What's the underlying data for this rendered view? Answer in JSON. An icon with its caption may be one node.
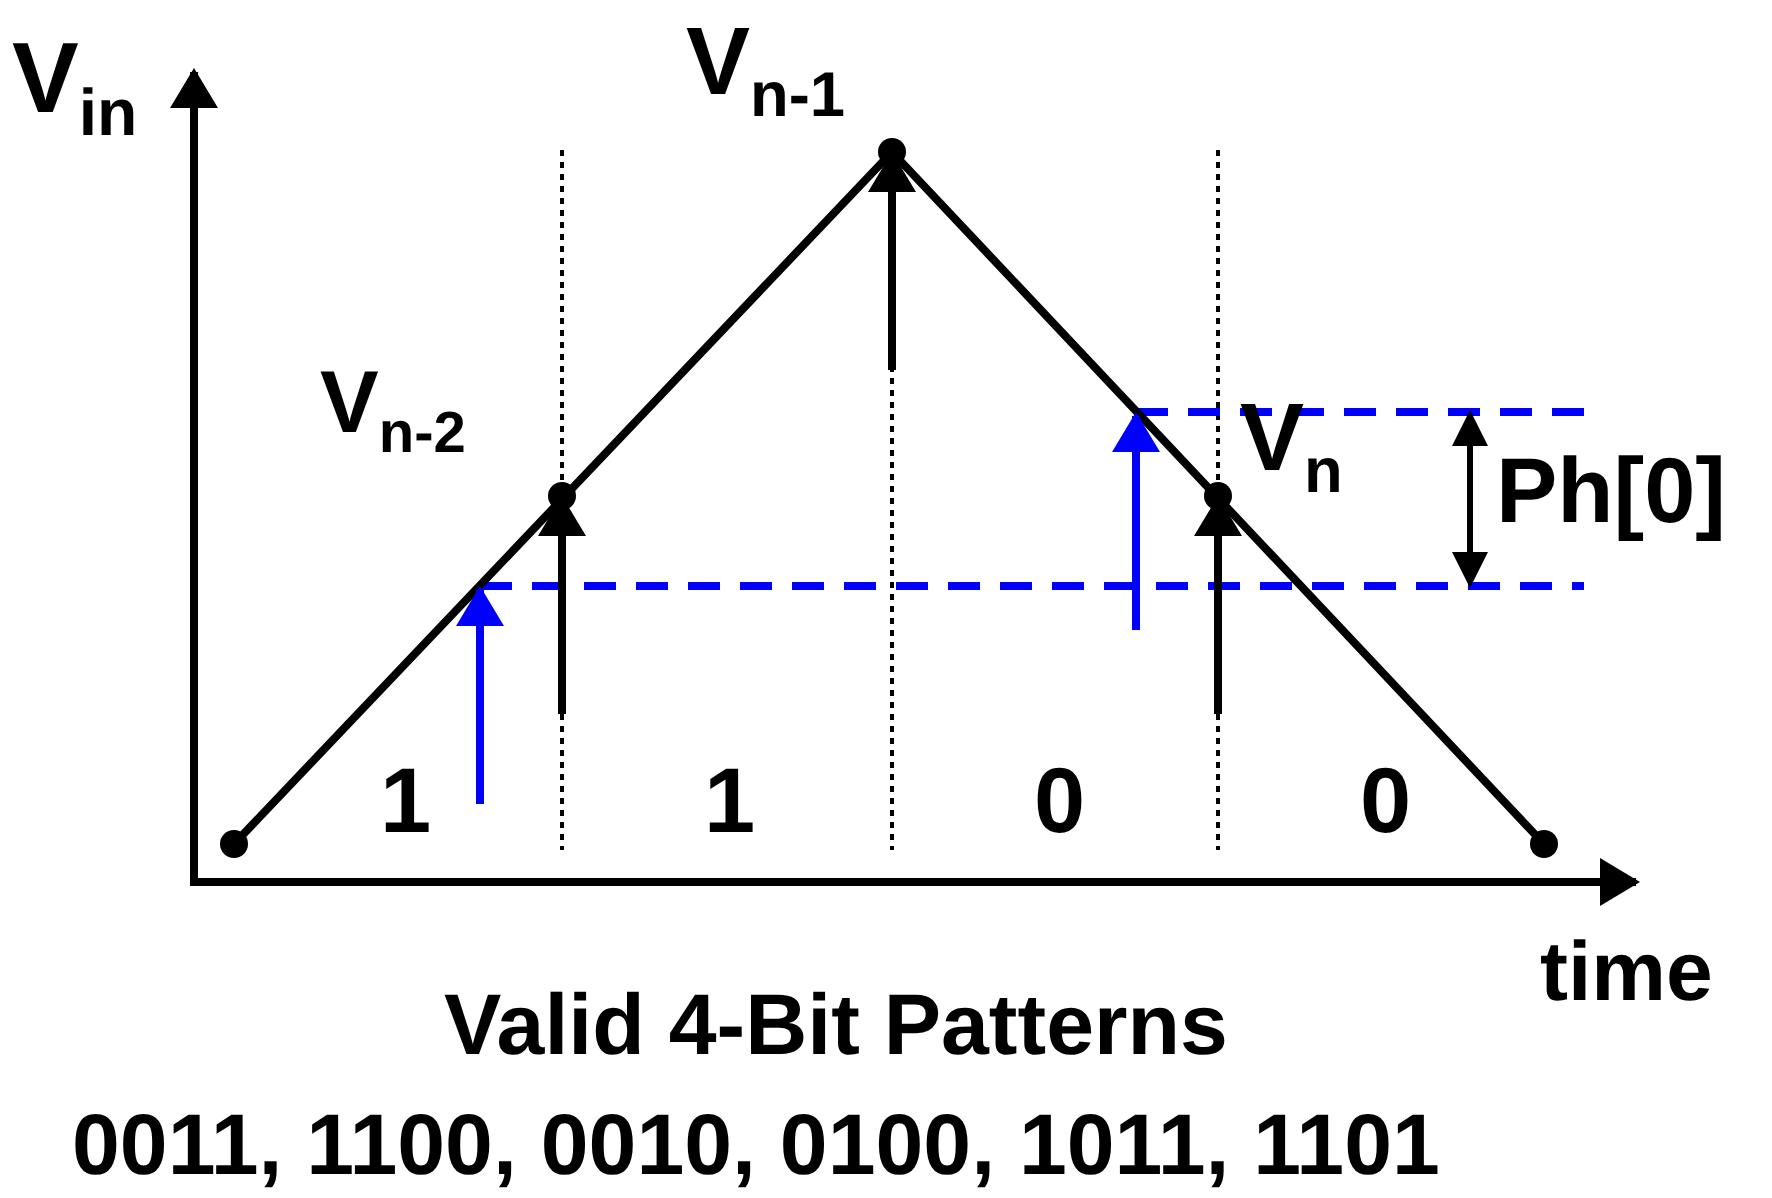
{
  "diagram": {
    "labels": [
      "V$_{in}$",
      "V$_{n-1}$",
      "V$_{n-2}$",
      "V$_{n}$",
      "Ph[0]",
      "1",
      "1",
      "0",
      "0",
      "time",
      "Valid 4-Bit Patterns",
      "0011, 1100, 0010, 0100, 1011, 1101"
    ]
  }
}
